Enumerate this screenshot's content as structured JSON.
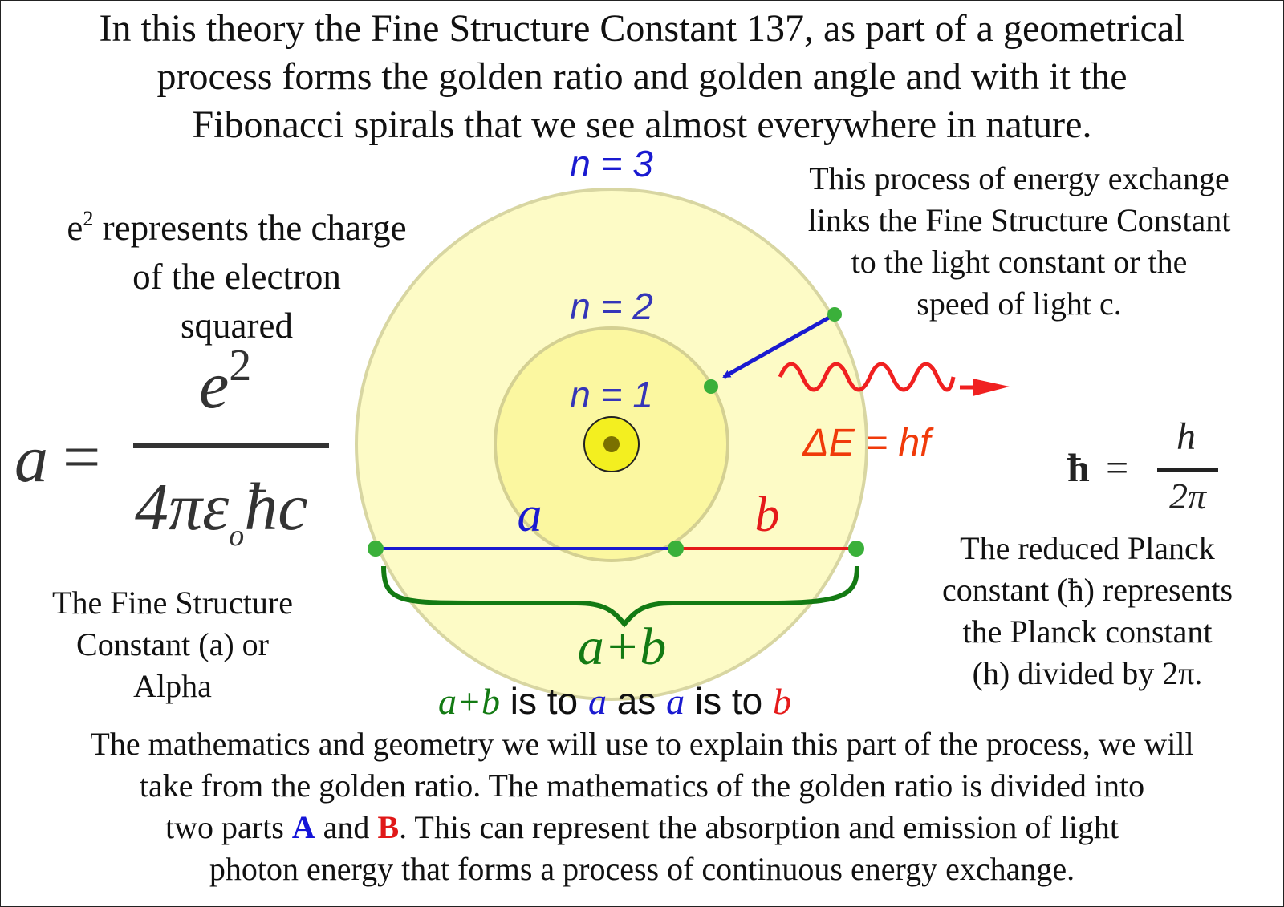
{
  "title_lines": [
    "In this theory the Fine Structure Constant 137, as part of a geometrical",
    "process forms the golden ratio and golden angle and with it the",
    "Fibonacci spirals that we see almost everywhere in nature."
  ],
  "left_top": {
    "line1_base": "e",
    "line1_sup": "2",
    "line1_rest": " represents the charge",
    "line2": "of the electron",
    "line3": "squared"
  },
  "fine_structure_formula": {
    "lhs": "a",
    "eq": "=",
    "numerator": "e",
    "numerator_exp": "2",
    "denominator": "4πε",
    "denominator_sub": "o",
    "denominator_rest": "ħc"
  },
  "left_bottom_lines": [
    "The Fine Structure",
    "Constant (a) or",
    "Alpha"
  ],
  "right_top_lines": [
    "This process of energy exchange",
    "links the Fine Structure Constant",
    "to the light constant or the",
    "speed of light c."
  ],
  "hbar_formula": {
    "lhs": "ħ",
    "eq": "=",
    "numerator": "h",
    "denominator": "2π"
  },
  "right_bottom_lines": [
    "The reduced Planck",
    "constant (ħ) represents",
    "the Planck constant",
    "(h) divided by 2π."
  ],
  "diagram": {
    "n3": "n = 3",
    "n2": "n = 2",
    "n1": "n = 1",
    "energy": "ΔE = hf",
    "a_label": "a",
    "b_label": "b",
    "sum_label": "a+b",
    "ratio": {
      "part1": "a+b",
      "part2": " is to ",
      "part3": "a",
      "part4": " as ",
      "part5": "a",
      "part6": " is to ",
      "part7": "b"
    },
    "colors": {
      "blue": "#1a1ad0",
      "red": "#e51a1a",
      "green": "#137a13",
      "outer_circle": "#fdfbc6",
      "inner_circle": "#fbf7a0",
      "orbit_label": "#3535b8",
      "energy": "#f03a0a"
    }
  },
  "bottom": {
    "line1": "The mathematics and geometry we will use to explain this part of the process, we will",
    "line2": "take from the golden ratio. The mathematics of the golden ratio is divided into",
    "line3_pre": "two parts ",
    "line3_A": "A",
    "line3_mid": " and ",
    "line3_B": "B",
    "line3_post": ". This can represent the absorption and emission of light",
    "line4": "photon energy that forms a process of continuous energy exchange."
  }
}
